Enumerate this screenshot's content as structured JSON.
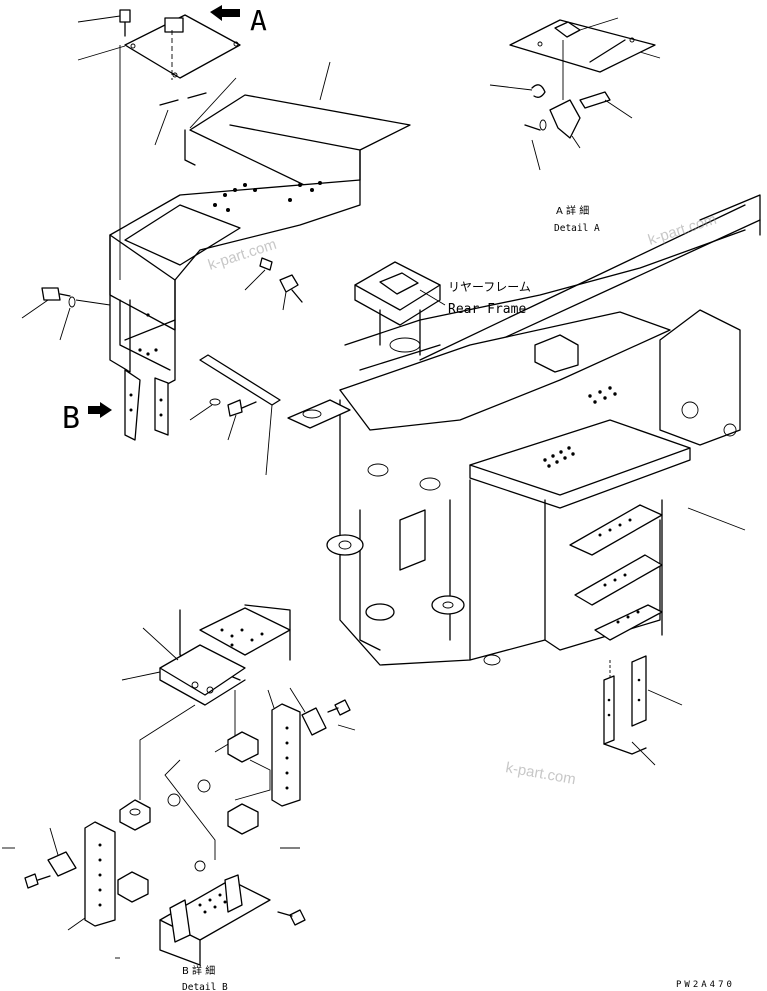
{
  "callouts": {
    "detail_a_marker": "A",
    "detail_b_marker": "B"
  },
  "labels": {
    "rear_frame_jp": "リヤーフレーム",
    "rear_frame_en": "Rear Frame",
    "detail_a_jp": "A 詳 細",
    "detail_a_en": "Detail A",
    "detail_b_jp": "B 詳 細",
    "detail_b_en": "Detail B",
    "drawing_code": "PW2A470"
  },
  "watermarks": [
    "k-part.com",
    "k-part.com",
    "k-part.com"
  ],
  "colors": {
    "line": "#000000",
    "background": "#ffffff",
    "watermark": "#9a9a9a"
  },
  "icons": {
    "arrow": "filled-arrow-icon"
  }
}
